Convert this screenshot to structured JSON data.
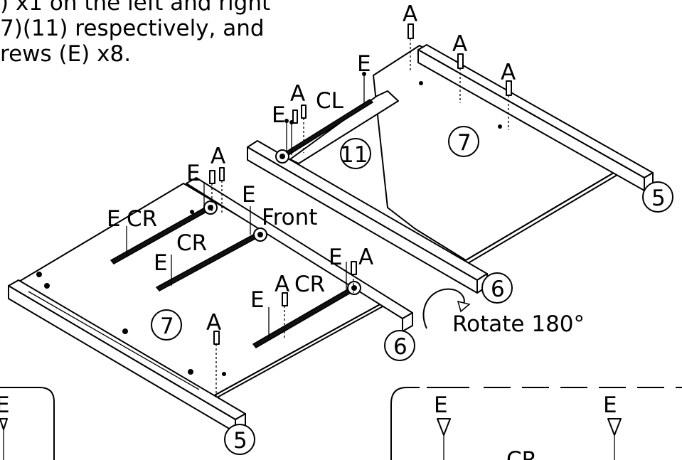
{
  "instruction": {
    "line1": ") x1 on the left and right",
    "line2": "7)(11) respectively, and",
    "line3": "rews (E) x8."
  },
  "labels": {
    "screw_a": "A",
    "screw_e": "E",
    "slide_left": "CL",
    "slide_right": "CR",
    "front": "Front",
    "rotate": "Rotate 180°"
  },
  "parts": {
    "p5": "5",
    "p6": "6",
    "p7": "7",
    "p11": "11"
  }
}
